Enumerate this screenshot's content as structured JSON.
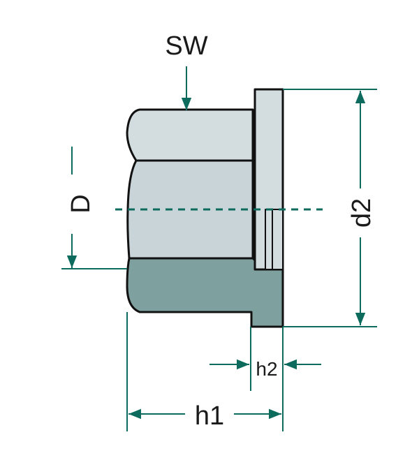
{
  "labels": {
    "sw": "SW",
    "d": "D",
    "d2": "d2",
    "h2": "h2",
    "h1": "h1"
  },
  "colors": {
    "line": "#0d6b5e",
    "light": "#d3dde0",
    "mid": "#c5d1d5",
    "dark": "#7ea19f",
    "outline": "#111111"
  }
}
